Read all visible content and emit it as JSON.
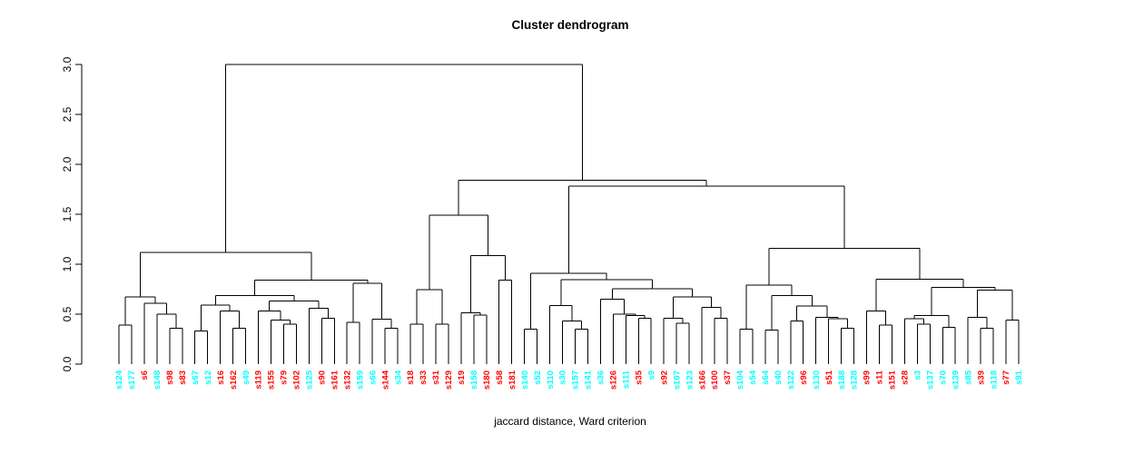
{
  "title": "Cluster dendrogram",
  "caption": "jaccard distance, Ward criterion",
  "chart_data": {
    "type": "dendrogram",
    "title": "Cluster dendrogram",
    "xlabel": "jaccard distance, Ward criterion",
    "ylabel": "",
    "ylim": [
      0,
      3
    ],
    "yticks": [
      0.0,
      0.5,
      1.0,
      1.5,
      2.0,
      2.5,
      3.0
    ],
    "grid": false,
    "cluster_colors": {
      "red_cluster": "#FF0000",
      "cyan_cluster": "#00FFFF"
    },
    "leaves": [
      {
        "label": "s124",
        "color": "#00FFFF"
      },
      {
        "label": "s177",
        "color": "#00FFFF"
      },
      {
        "label": "s6",
        "color": "#FF0000"
      },
      {
        "label": "s148",
        "color": "#00FFFF"
      },
      {
        "label": "s98",
        "color": "#FF0000"
      },
      {
        "label": "s83",
        "color": "#FF0000"
      },
      {
        "label": "s67",
        "color": "#00FFFF"
      },
      {
        "label": "s12",
        "color": "#00FFFF"
      },
      {
        "label": "s16",
        "color": "#FF0000"
      },
      {
        "label": "s162",
        "color": "#FF0000"
      },
      {
        "label": "s49",
        "color": "#00FFFF"
      },
      {
        "label": "s119",
        "color": "#FF0000"
      },
      {
        "label": "s155",
        "color": "#FF0000"
      },
      {
        "label": "s79",
        "color": "#FF0000"
      },
      {
        "label": "s102",
        "color": "#FF0000"
      },
      {
        "label": "s125",
        "color": "#00FFFF"
      },
      {
        "label": "s90",
        "color": "#FF0000"
      },
      {
        "label": "s161",
        "color": "#FF0000"
      },
      {
        "label": "s132",
        "color": "#FF0000"
      },
      {
        "label": "s159",
        "color": "#00FFFF"
      },
      {
        "label": "s66",
        "color": "#00FFFF"
      },
      {
        "label": "s144",
        "color": "#FF0000"
      },
      {
        "label": "s34",
        "color": "#00FFFF"
      },
      {
        "label": "s18",
        "color": "#FF0000"
      },
      {
        "label": "s33",
        "color": "#FF0000"
      },
      {
        "label": "s31",
        "color": "#FF0000"
      },
      {
        "label": "s129",
        "color": "#FF0000"
      },
      {
        "label": "s19",
        "color": "#FF0000"
      },
      {
        "label": "s158",
        "color": "#00FFFF"
      },
      {
        "label": "s180",
        "color": "#FF0000"
      },
      {
        "label": "s58",
        "color": "#FF0000"
      },
      {
        "label": "s181",
        "color": "#FF0000"
      },
      {
        "label": "s140",
        "color": "#00FFFF"
      },
      {
        "label": "s52",
        "color": "#00FFFF"
      },
      {
        "label": "s110",
        "color": "#00FFFF"
      },
      {
        "label": "s30",
        "color": "#00FFFF"
      },
      {
        "label": "s157",
        "color": "#00FFFF"
      },
      {
        "label": "s141",
        "color": "#00FFFF"
      },
      {
        "label": "s36",
        "color": "#00FFFF"
      },
      {
        "label": "s126",
        "color": "#FF0000"
      },
      {
        "label": "s111",
        "color": "#00FFFF"
      },
      {
        "label": "s35",
        "color": "#FF0000"
      },
      {
        "label": "s9",
        "color": "#00FFFF"
      },
      {
        "label": "s92",
        "color": "#FF0000"
      },
      {
        "label": "s107",
        "color": "#00FFFF"
      },
      {
        "label": "s123",
        "color": "#00FFFF"
      },
      {
        "label": "s166",
        "color": "#FF0000"
      },
      {
        "label": "s100",
        "color": "#FF0000"
      },
      {
        "label": "s37",
        "color": "#FF0000"
      },
      {
        "label": "s104",
        "color": "#00FFFF"
      },
      {
        "label": "s54",
        "color": "#00FFFF"
      },
      {
        "label": "s64",
        "color": "#00FFFF"
      },
      {
        "label": "s40",
        "color": "#00FFFF"
      },
      {
        "label": "s122",
        "color": "#00FFFF"
      },
      {
        "label": "s96",
        "color": "#FF0000"
      },
      {
        "label": "s130",
        "color": "#00FFFF"
      },
      {
        "label": "s51",
        "color": "#FF0000"
      },
      {
        "label": "s188",
        "color": "#00FFFF"
      },
      {
        "label": "s128",
        "color": "#00FFFF"
      },
      {
        "label": "s99",
        "color": "#FF0000"
      },
      {
        "label": "s11",
        "color": "#FF0000"
      },
      {
        "label": "s151",
        "color": "#FF0000"
      },
      {
        "label": "s28",
        "color": "#FF0000"
      },
      {
        "label": "s3",
        "color": "#00FFFF"
      },
      {
        "label": "s137",
        "color": "#00FFFF"
      },
      {
        "label": "s70",
        "color": "#00FFFF"
      },
      {
        "label": "s139",
        "color": "#00FFFF"
      },
      {
        "label": "s85",
        "color": "#00FFFF"
      },
      {
        "label": "s39",
        "color": "#FF0000"
      },
      {
        "label": "s118",
        "color": "#00FFFF"
      },
      {
        "label": "s77",
        "color": "#FF0000"
      },
      {
        "label": "s91",
        "color": "#00FFFF"
      }
    ],
    "tree": {
      "h": 3.0,
      "c": [
        {
          "h": 1.12,
          "c": [
            {
              "h": 0.675,
              "c": [
                {
                  "h": 0.39,
                  "c": [
                    "s124",
                    "s177"
                  ]
                },
                {
                  "h": 0.61,
                  "c": [
                    "s6",
                    {
                      "h": 0.5,
                      "c": [
                        "s148",
                        {
                          "h": 0.36,
                          "c": [
                            "s98",
                            "s83"
                          ]
                        }
                      ]
                    }
                  ]
                }
              ]
            },
            {
              "h": 0.84,
              "c": [
                {
                  "h": 0.685,
                  "c": [
                    {
                      "h": 0.59,
                      "c": [
                        {
                          "h": 0.33,
                          "c": [
                            "s67",
                            "s12"
                          ]
                        },
                        {
                          "h": 0.53,
                          "c": [
                            "s16",
                            {
                              "h": 0.36,
                              "c": [
                                "s162",
                                "s49"
                              ]
                            }
                          ]
                        }
                      ]
                    },
                    {
                      "h": 0.63,
                      "c": [
                        {
                          "h": 0.53,
                          "c": [
                            "s119",
                            {
                              "h": 0.44,
                              "c": [
                                "s155",
                                {
                                  "h": 0.4,
                                  "c": [
                                    "s79",
                                    "s102"
                                  ]
                                }
                              ]
                            }
                          ]
                        },
                        {
                          "h": 0.56,
                          "c": [
                            "s125",
                            {
                              "h": 0.46,
                              "c": [
                                "s90",
                                "s161"
                              ]
                            }
                          ]
                        }
                      ]
                    }
                  ]
                },
                {
                  "h": 0.81,
                  "c": [
                    {
                      "h": 0.42,
                      "c": [
                        "s132",
                        "s159"
                      ]
                    },
                    {
                      "h": 0.45,
                      "c": [
                        "s66",
                        {
                          "h": 0.36,
                          "c": [
                            "s144",
                            "s34"
                          ]
                        }
                      ]
                    }
                  ]
                }
              ]
            }
          ]
        },
        {
          "h": 1.84,
          "c": [
            {
              "h": 1.49,
              "c": [
                {
                  "h": 0.745,
                  "c": [
                    {
                      "h": 0.4,
                      "c": [
                        "s18",
                        "s33"
                      ]
                    },
                    {
                      "h": 0.4,
                      "c": [
                        "s31",
                        "s129"
                      ]
                    }
                  ]
                },
                {
                  "h": 1.085,
                  "c": [
                    {
                      "h": 0.515,
                      "c": [
                        "s19",
                        {
                          "h": 0.49,
                          "c": [
                            "s158",
                            "s180"
                          ]
                        }
                      ]
                    },
                    {
                      "h": 0.84,
                      "c": [
                        "s58",
                        "s181"
                      ]
                    }
                  ]
                }
              ]
            },
            {
              "h": 1.78,
              "c": [
                {
                  "h": 0.91,
                  "c": [
                    {
                      "h": 0.35,
                      "c": [
                        "s140",
                        "s52"
                      ]
                    },
                    {
                      "h": 0.845,
                      "c": [
                        {
                          "h": 0.585,
                          "c": [
                            "s110",
                            {
                              "h": 0.43,
                              "c": [
                                "s30",
                                {
                                  "h": 0.35,
                                  "c": [
                                    "s157",
                                    "s141"
                                  ]
                                }
                              ]
                            }
                          ]
                        },
                        {
                          "h": 0.755,
                          "c": [
                            {
                              "h": 0.65,
                              "c": [
                                "s36",
                                {
                                  "h": 0.5,
                                  "c": [
                                    "s126",
                                    {
                                      "h": 0.485,
                                      "c": [
                                        "s111",
                                        {
                                          "h": 0.46,
                                          "c": [
                                            "s35",
                                            "s9"
                                          ]
                                        }
                                      ]
                                    }
                                  ]
                                }
                              ]
                            },
                            {
                              "h": 0.675,
                              "c": [
                                {
                                  "h": 0.46,
                                  "c": [
                                    "s92",
                                    {
                                      "h": 0.41,
                                      "c": [
                                        "s107",
                                        "s123"
                                      ]
                                    }
                                  ]
                                },
                                {
                                  "h": 0.57,
                                  "c": [
                                    "s166",
                                    {
                                      "h": 0.46,
                                      "c": [
                                        "s100",
                                        "s37"
                                      ]
                                    }
                                  ]
                                }
                              ]
                            }
                          ]
                        }
                      ]
                    }
                  ]
                },
                {
                  "h": 1.16,
                  "c": [
                    {
                      "h": 0.79,
                      "c": [
                        {
                          "h": 0.35,
                          "c": [
                            "s104",
                            "s54"
                          ]
                        },
                        {
                          "h": 0.685,
                          "c": [
                            {
                              "h": 0.34,
                              "c": [
                                "s64",
                                "s40"
                              ]
                            },
                            {
                              "h": 0.58,
                              "c": [
                                {
                                  "h": 0.43,
                                  "c": [
                                    "s122",
                                    "s96"
                                  ]
                                },
                                {
                                  "h": 0.47,
                                  "c": [
                                    "s130",
                                    {
                                      "h": 0.455,
                                      "c": [
                                        "s51",
                                        {
                                          "h": 0.36,
                                          "c": [
                                            "s188",
                                            "s128"
                                          ]
                                        }
                                      ]
                                    }
                                  ]
                                }
                              ]
                            }
                          ]
                        }
                      ]
                    },
                    {
                      "h": 0.852,
                      "c": [
                        {
                          "h": 0.534,
                          "c": [
                            "s99",
                            {
                              "h": 0.39,
                              "c": [
                                "s11",
                                "s151"
                              ]
                            }
                          ]
                        },
                        {
                          "h": 0.766,
                          "c": [
                            {
                              "h": 0.488,
                              "c": [
                                {
                                  "h": 0.455,
                                  "c": [
                                    "s28",
                                    {
                                      "h": 0.4,
                                      "c": [
                                        "s3",
                                        "s137"
                                      ]
                                    }
                                  ]
                                },
                                {
                                  "h": 0.37,
                                  "c": [
                                    "s70",
                                    "s139"
                                  ]
                                }
                              ]
                            },
                            {
                              "h": 0.74,
                              "c": [
                                {
                                  "h": 0.47,
                                  "c": [
                                    "s85",
                                    {
                                      "h": 0.36,
                                      "c": [
                                        "s39",
                                        "s118"
                                      ]
                                    }
                                  ]
                                },
                                {
                                  "h": 0.44,
                                  "c": [
                                    "s77",
                                    "s91"
                                  ]
                                }
                              ]
                            }
                          ]
                        }
                      ]
                    }
                  ]
                }
              ]
            }
          ]
        }
      ]
    }
  }
}
